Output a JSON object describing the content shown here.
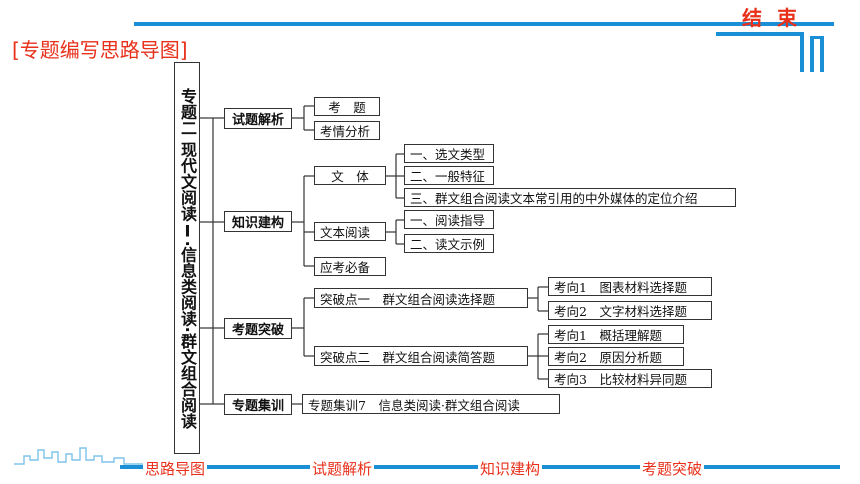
{
  "header": {
    "end_label": "结 束",
    "page_title": "[专题编写思路导图]"
  },
  "diagram": {
    "root": "专题二 现代文阅读Ⅰ·信息类阅读·群文组合阅读",
    "sections": [
      {
        "label": "试题解析",
        "children": [
          {
            "label": "考　题"
          },
          {
            "label": "考情分析"
          }
        ]
      },
      {
        "label": "知识建构",
        "children": [
          {
            "label": "文　体",
            "children": [
              "一、选文类型",
              "二、一般特征",
              "三、群文组合阅读文本常引用的中外媒体的定位介绍"
            ]
          },
          {
            "label": "文本阅读",
            "children": [
              "一、阅读指导",
              "二、读文示例"
            ]
          },
          {
            "label": "应考必备"
          }
        ]
      },
      {
        "label": "考题突破",
        "children": [
          {
            "label": "突破点一　群文组合阅读选择题",
            "children": [
              "考向1　图表材料选择题",
              "考向2　文字材料选择题"
            ]
          },
          {
            "label": "突破点二　群文组合阅读简答题",
            "children": [
              "考向1　概括理解题",
              "考向2　原因分析题",
              "考向3　比较材料异同题"
            ]
          }
        ]
      },
      {
        "label": "专题集训",
        "children": [
          {
            "label": "专题集训7　信息类阅读·群文组合阅读"
          }
        ]
      }
    ]
  },
  "nav": {
    "items": [
      "思路导图",
      "试题解析",
      "知识建构",
      "考题突破"
    ]
  },
  "colors": {
    "accent_blue": "#1a8fd6",
    "accent_red": "#e8301b"
  }
}
